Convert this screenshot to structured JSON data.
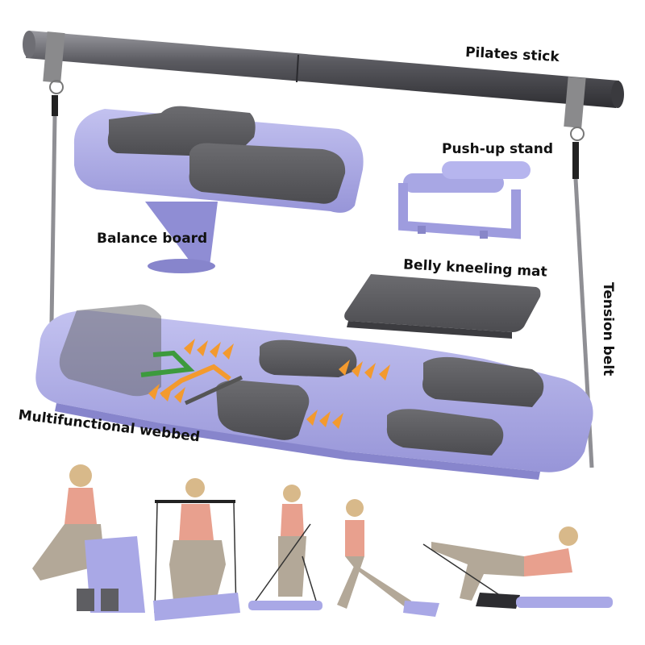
{
  "product": {
    "components": [
      {
        "id": "pilates-stick",
        "label": "Pilates stick"
      },
      {
        "id": "balance-board",
        "label": "Balance board"
      },
      {
        "id": "push-up-stand",
        "label": "Push-up stand"
      },
      {
        "id": "belly-kneeling-mat",
        "label": "Belly kneeling mat"
      },
      {
        "id": "tension-belt",
        "label": "Tension belt"
      },
      {
        "id": "multifunctional-webbed",
        "label": "Multifunctional webbed"
      }
    ]
  },
  "colors": {
    "board_lavender": "#a9a8e6",
    "board_shadow": "#8b89cc",
    "pad_gray": "#5e5e62",
    "stick_dark": "#4a4a4e",
    "arrow_orange": "#f39a2e",
    "band_green": "#3d9a3d",
    "background": "#ffffff"
  },
  "demo_photos": [
    {
      "id": "folding-board",
      "pose": "kneeling, folding board"
    },
    {
      "id": "squat-with-stick",
      "pose": "squat with pilates stick"
    },
    {
      "id": "band-row",
      "pose": "standing band pull"
    },
    {
      "id": "side-lunge",
      "pose": "side lunge on balance pad"
    },
    {
      "id": "kickback",
      "pose": "quadruped kickback on kneeling mat"
    }
  ]
}
